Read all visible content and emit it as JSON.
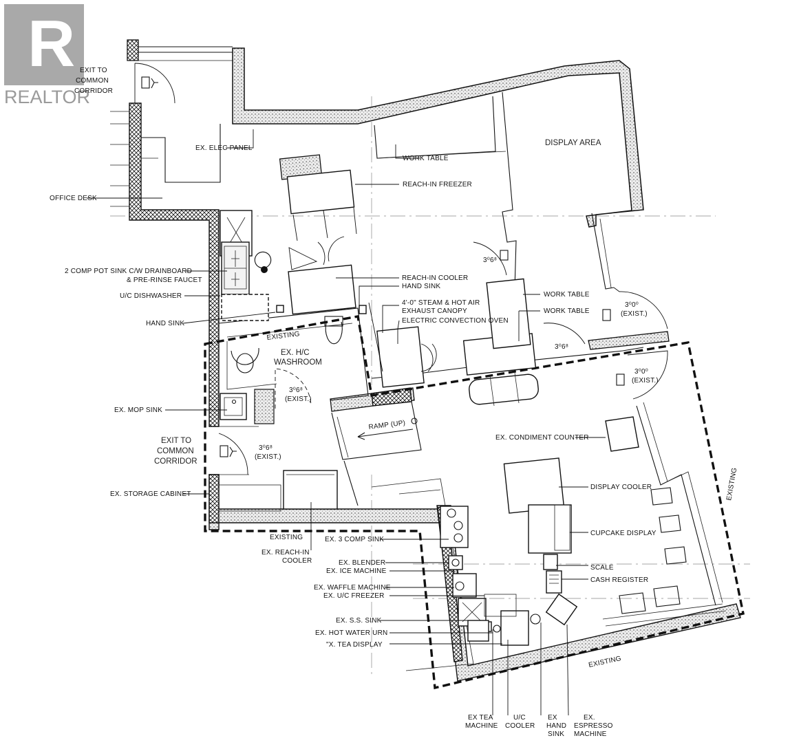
{
  "watermark": {
    "text": "REALTOR",
    "letter": "R",
    "color": "#9a9a9a"
  },
  "labels": {
    "exit_top_1": "EXIT TO",
    "exit_top_2": "COMMON",
    "exit_top_3": "CORRIDOR",
    "elec_panel": "EX. ELEC PANEL",
    "office_desk": "OFFICE DESK",
    "work_table_top": "WORK TABLE",
    "display_area": "DISPLAY AREA",
    "reach_in_freezer": "REACH-IN FREEZER",
    "pot_sink_1": "2 COMP POT SINK C/W DRAINBOARD",
    "pot_sink_2": "& PRE-RINSE FAUCET",
    "uc_dishwasher": "U/C DISHWASHER",
    "hand_sink_left": "HAND SINK",
    "reach_in_cooler": "REACH-IN COOLER",
    "hand_sink_mid": "HAND SINK",
    "canopy_1": "4'-0\" STEAM & HOT AIR",
    "canopy_2": "EXHAUST CANOPY",
    "convection_oven": "ELECTRIC CONVECTION OVEN",
    "work_table_r1": "WORK TABLE",
    "work_table_r2": "WORK TABLE",
    "door_306_a": "3⁰6⁸",
    "door_306_b": "3⁰6⁸",
    "door_300_a": "3⁰0⁰",
    "existing_a": "(EXIST.)",
    "door_300_b": "3⁰0⁰",
    "existing_b": "(EXIST.)",
    "existing_wash": "EXISTING",
    "washroom_1": "EX. H/C",
    "washroom_2": "WASHROOM",
    "door_306_wash": "3⁰6⁸",
    "existing_wash_door": "(EXIST.)",
    "mop_sink": "EX. MOP SINK",
    "ramp": "RAMP (UP)",
    "exit_mid_1": "EXIT TO",
    "exit_mid_2": "COMMON",
    "exit_mid_3": "CORRIDOR",
    "door_306_exit": "3⁰6⁸",
    "existing_exit": "(EXIST.)",
    "condiment_counter": "EX. CONDIMENT COUNTER",
    "storage_cabinet": "EX. STORAGE CABINET",
    "display_cooler": "DISPLAY COOLER",
    "existing_right": "EXISTING",
    "existing_bottom_left": "EXISTING",
    "three_comp_sink": "EX. 3 COMP SINK",
    "reach_in_cooler_ex_1": "EX. REACH-IN",
    "reach_in_cooler_ex_2": "COOLER",
    "cupcake_display": "CUPCAKE DISPLAY",
    "blender": "EX. BLENDER",
    "ice_machine": "EX. ICE MACHINE",
    "scale": "SCALE",
    "cash_register": "CASH REGISTER",
    "waffle_machine": "EX. WAFFLE MACHINE",
    "uc_freezer": "EX. U/C FREEZER",
    "ss_sink": "EX. S.S. SINK",
    "hot_water_urn": "EX. HOT WATER URN",
    "tea_display": "\"X. TEA DISPLAY",
    "existing_bottom": "EXISTING",
    "tea_machine_1": "EX TEA",
    "tea_machine_2": "MACHINE",
    "uc_cooler_1": "U/C",
    "uc_cooler_2": "COOLER",
    "hand_sink_b_1": "EX",
    "hand_sink_b_2": "HAND",
    "hand_sink_b_3": "SINK",
    "espresso_1": "EX.",
    "espresso_2": "ESPRESSO",
    "espresso_3": "MACHINE"
  }
}
